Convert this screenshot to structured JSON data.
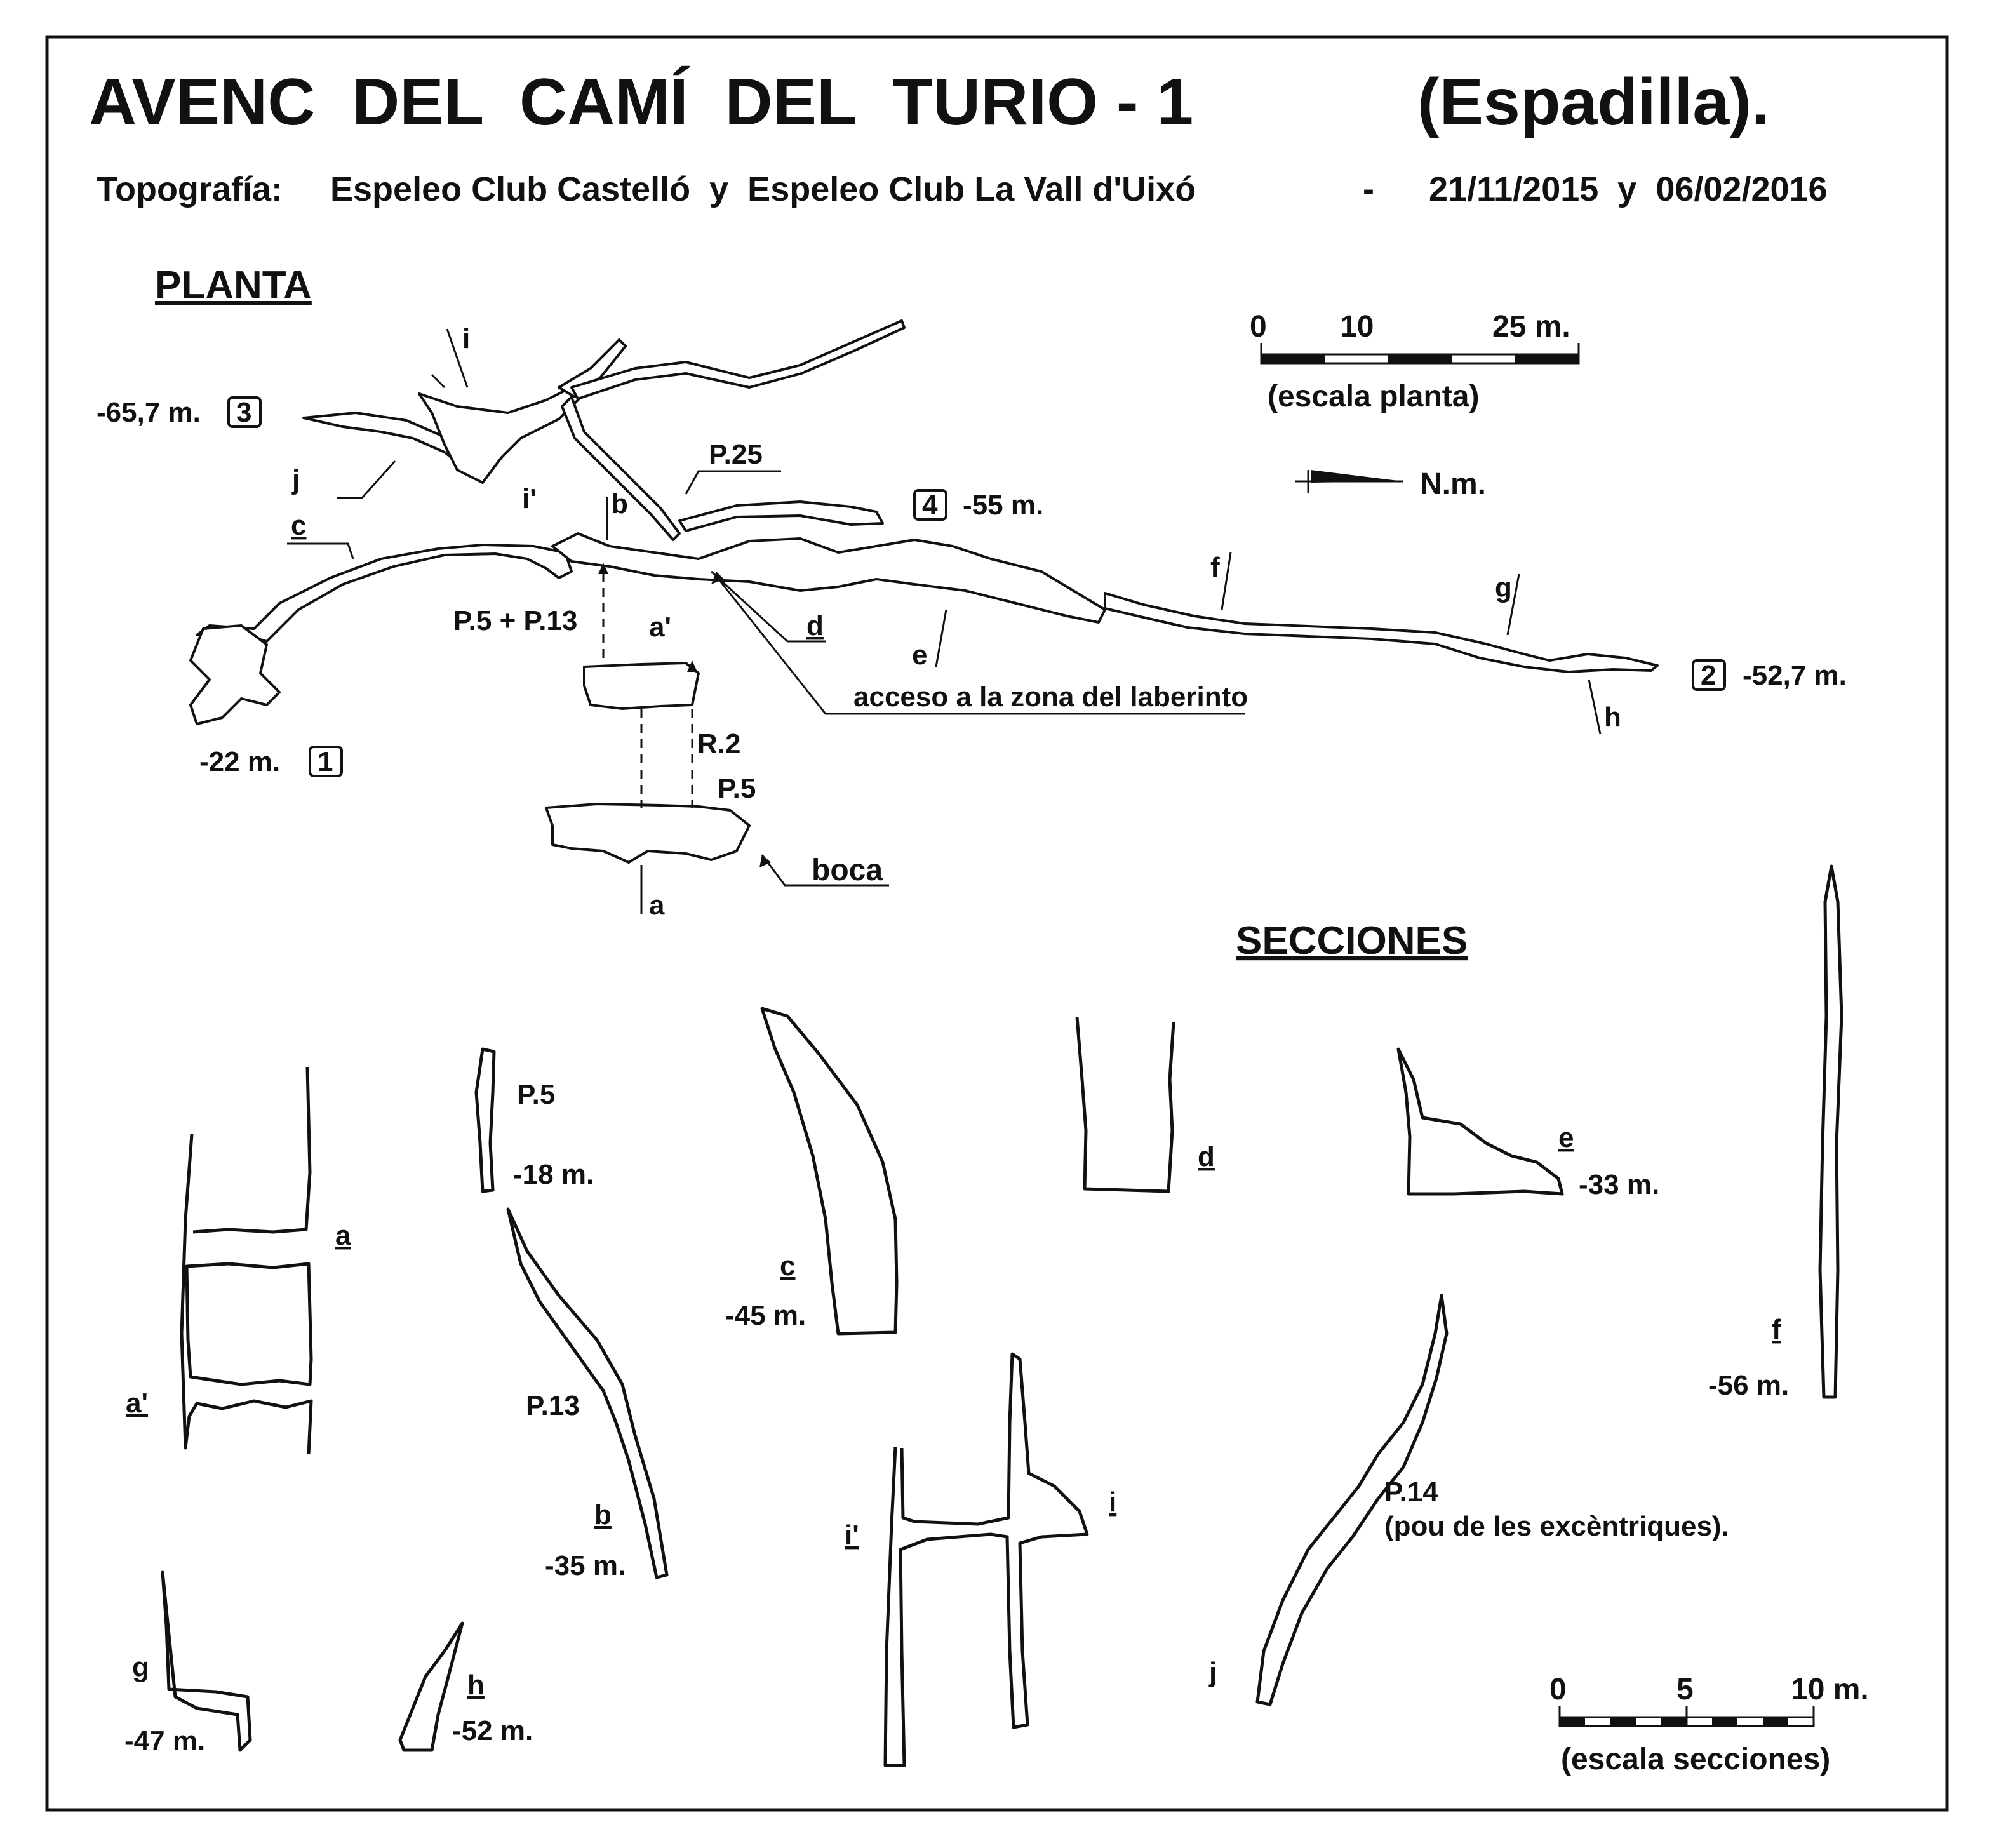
{
  "title": "AVENC  DEL  CAMÍ  DEL  TURIO - 1",
  "title_alt": "(Espadilla).",
  "credits": {
    "label": "Topografía:",
    "authors": "Espeleo Club Castelló  y  Espeleo Club La Vall d'Uixó",
    "separator": "-",
    "dates": "21/11/2015  y  06/02/2016"
  },
  "plan": {
    "heading": "PLANTA",
    "scale": {
      "ticks": [
        "0",
        "10",
        "25 m."
      ],
      "caption": "(escala planta)"
    },
    "north": "N.m.",
    "stations": [
      {
        "id": "1",
        "depth": "-22 m."
      },
      {
        "id": "2",
        "depth": "-52,7 m."
      },
      {
        "id": "3",
        "depth": "-65,7 m."
      },
      {
        "id": "4",
        "depth": "-55 m."
      }
    ],
    "section_marks": [
      "i",
      "i'",
      "j",
      "c",
      "b",
      "a'",
      "a",
      "d",
      "e",
      "f",
      "g",
      "h"
    ],
    "notes": {
      "p25": "P.25",
      "p5_p13": "P.5 + P.13",
      "r2": "R.2",
      "p5": "P.5",
      "entrance": "boca",
      "labyrinth": "acceso a la zona del laberinto"
    }
  },
  "sections": {
    "heading": "SECCIONES",
    "scale": {
      "ticks": [
        "0",
        "5",
        "10 m."
      ],
      "caption": "(escala secciones)"
    },
    "labels": {
      "a": "a",
      "a_prime": "a'",
      "p5": "P.5",
      "p5_depth": "-18 m.",
      "p13": "P.13",
      "b": "b",
      "b_depth": "-35 m.",
      "c": "c",
      "c_depth": "-45 m.",
      "d": "d",
      "e": "e",
      "e_depth": "-33 m.",
      "f": "f",
      "f_depth": "-56 m.",
      "g": "g",
      "g_depth": "-47 m.",
      "h": "h",
      "h_depth": "-52 m.",
      "i": "i",
      "i_prime": "i'",
      "j": "j",
      "p14": "P.14",
      "p14_note": "(pou de les excèntriques)."
    }
  },
  "colors": {
    "ink": "#111111",
    "paper": "#ffffff"
  }
}
